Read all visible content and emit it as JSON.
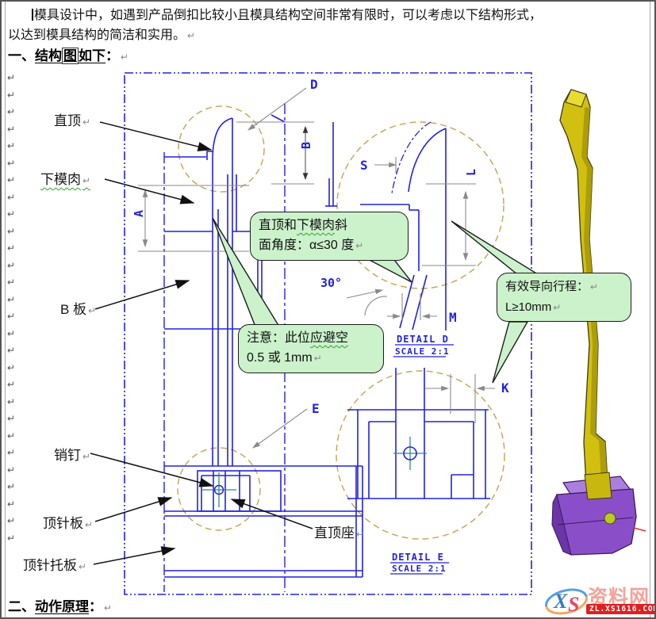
{
  "page": {
    "para_line1": "模具设计中，如遇到产品倒扣比较小且模具结构空间非常有限时，可以考虑以下结构形式，",
    "para_line2": "以达到模具结构的简洁和实用。",
    "heading1": {
      "prefix": "一、",
      "seg1": "结构",
      "boxed": "图",
      "seg2": "如下",
      "colon": "："
    },
    "heading2": {
      "prefix": "二、",
      "text": "动作原理",
      "colon": "："
    },
    "return_mark": "↵",
    "margin_mark_count": 28
  },
  "drawing": {
    "part_labels": {
      "lifter": "直顶",
      "lower_insert": "下模肉",
      "b_plate": "B 板",
      "pin": "销钉",
      "ejector_plate": "顶针板",
      "ejector_retainer_plate": "顶针托板",
      "lifter_seat": "直顶座"
    },
    "callouts": {
      "angle": {
        "line1_a": "直顶和",
        "line1_b": "下模肉",
        "line1_c": "斜",
        "line2": "面角度：α≤30 度"
      },
      "note": {
        "line1_a": "注意：此位",
        "line1_b": "应避空",
        "line2": "0.5 或 1mm"
      },
      "guide": {
        "line1": "有效导向行程：",
        "line2": "L≥10mm"
      }
    },
    "dim_labels": {
      "d": "D",
      "b": "B",
      "a": "A",
      "s": "S",
      "l": "L",
      "m": "M",
      "k": "K",
      "e": "E",
      "angle": "30°"
    },
    "detail_d": {
      "title": "DETAIL D",
      "scale": "SCALE 2:1"
    },
    "detail_e": {
      "title": "DETAIL E",
      "scale": "SCALE 2:1"
    }
  },
  "watermark": {
    "logo_x": "X",
    "logo_s": "S",
    "site_name": "资料网",
    "url": "ZL.XS1616.COM"
  },
  "colors": {
    "cad_blue": "#2222DD",
    "detail_circle_tan": "#C9A85C",
    "dim_gray": "#8A8A8A",
    "crosshair_teal": "#2E8B8B",
    "callout_green": "#CBF2CB",
    "blade_yellow": "#D2C010",
    "seat_purple": "#8A4FC8",
    "watermark_red": "#E02020"
  }
}
